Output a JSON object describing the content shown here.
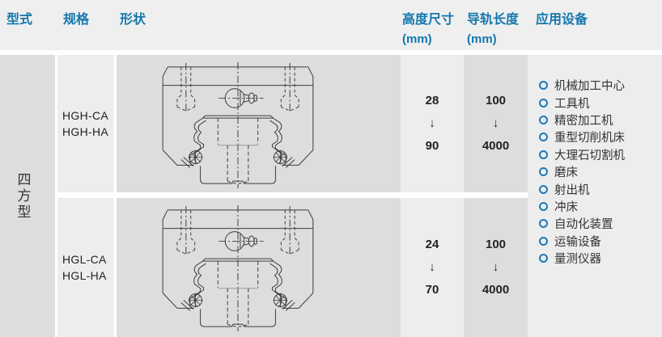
{
  "accent": "#1477ad",
  "header": {
    "col_type": "型式",
    "col_spec": "规格",
    "col_shape": "形状",
    "col_height": "高度尺寸",
    "col_height_unit": "(mm)",
    "col_rail": "导轨长度",
    "col_rail_unit": "(mm)",
    "col_apps": "应用设备"
  },
  "type_group": {
    "label": "四方型"
  },
  "range_arrow": "↓",
  "rows": [
    {
      "specs": [
        "HGH-CA",
        "HGH-HA"
      ],
      "height": {
        "min": "28",
        "max": "90"
      },
      "rail": {
        "min": "100",
        "max": "4000"
      }
    },
    {
      "specs": [
        "HGL-CA",
        "HGL-HA"
      ],
      "height": {
        "min": "24",
        "max": "70"
      },
      "rail": {
        "min": "100",
        "max": "4000"
      }
    }
  ],
  "applications": [
    "机械加工中心",
    "工具机",
    "精密加工机",
    "重型切削机床",
    "大理石切割机",
    "磨床",
    "射出机",
    "冲床",
    "自动化装置",
    "运输设备",
    "量测仪器"
  ]
}
